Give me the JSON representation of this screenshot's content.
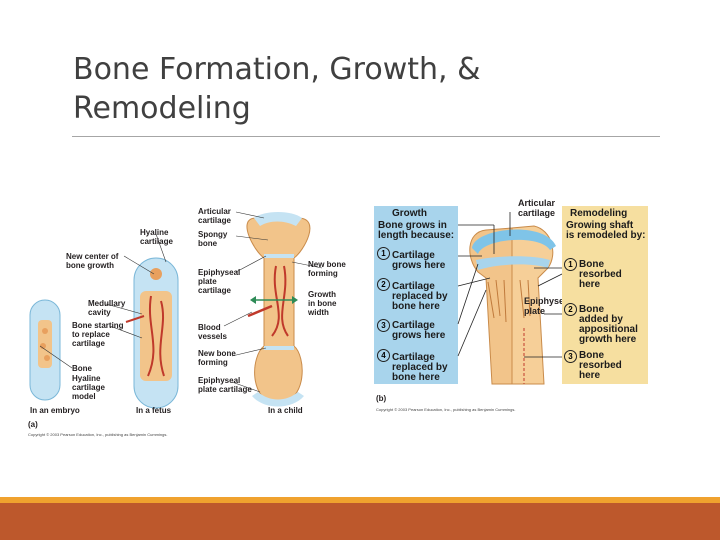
{
  "slide": {
    "title_line1": "Bone Formation, Growth, &",
    "title_line2": "Remodeling"
  },
  "colors": {
    "title_text": "#404040",
    "rule": "#a6a6a6",
    "footer_thin": "#f0a22e",
    "footer_band": "#bd582c",
    "growth_box": "#a8d4ec",
    "remodeling_box": "#f6dfa0",
    "cartilage_blue": "#c5e3f3",
    "bone_tan": "#f2c48a",
    "vessel_red": "#c0392b",
    "arrow_green": "#2e8b57"
  },
  "panel_a": {
    "labels": {
      "hyaline_cartilage": "Hyaline\ncartilage",
      "new_center": "New center of\nbone growth",
      "medullary": "Medullary\ncavity",
      "bone_starting": "Bone starting\nto replace\ncartilage",
      "bone": "Bone",
      "hyaline_model": "Hyaline\ncartilage\nmodel",
      "embryo": "In an embryo",
      "fetus": "In a fetus",
      "articular": "Articular\ncartilage",
      "spongy": "Spongy\nbone",
      "epi_plate": "Epiphyseal\nplate\ncartilage",
      "blood_vessels": "Blood\nvessels",
      "new_bone": "New bone\nforming",
      "epi_plate_cart": "Epiphyseal\nplate cartilage",
      "new_bone_right": "New bone\nforming",
      "growth_width": "Growth\nin bone\nwidth",
      "child": "In a child",
      "tag": "(a)"
    },
    "copyright": "Copyright © 2003 Pearson Education, Inc., publishing as Benjamin Cummings."
  },
  "panel_b": {
    "growth_title": "Growth",
    "growth_intro": "Bone grows in\nlength because:",
    "growth_steps": [
      {
        "n": "1",
        "text": "Cartilage\ngrows here"
      },
      {
        "n": "2",
        "text": "Cartilage\nreplaced by\nbone here"
      },
      {
        "n": "3",
        "text": "Cartilage\ngrows here"
      },
      {
        "n": "4",
        "text": "Cartilage\nreplaced by\nbone here"
      }
    ],
    "articular": "Articular\ncartilage",
    "epi_plate": "Epiphyseal\nplate",
    "remodel_title": "Remodeling",
    "remodel_intro": "Growing shaft\nis remodeled by:",
    "remodel_steps": [
      {
        "n": "1",
        "text": "Bone\nresorbed\nhere"
      },
      {
        "n": "2",
        "text": "Bone\nadded by\nappositional\ngrowth here"
      },
      {
        "n": "3",
        "text": "Bone\nresorbed\nhere"
      }
    ],
    "tag": "(b)",
    "copyright": "Copyright © 2003 Pearson Education, Inc., publishing as Benjamin Cummings."
  }
}
